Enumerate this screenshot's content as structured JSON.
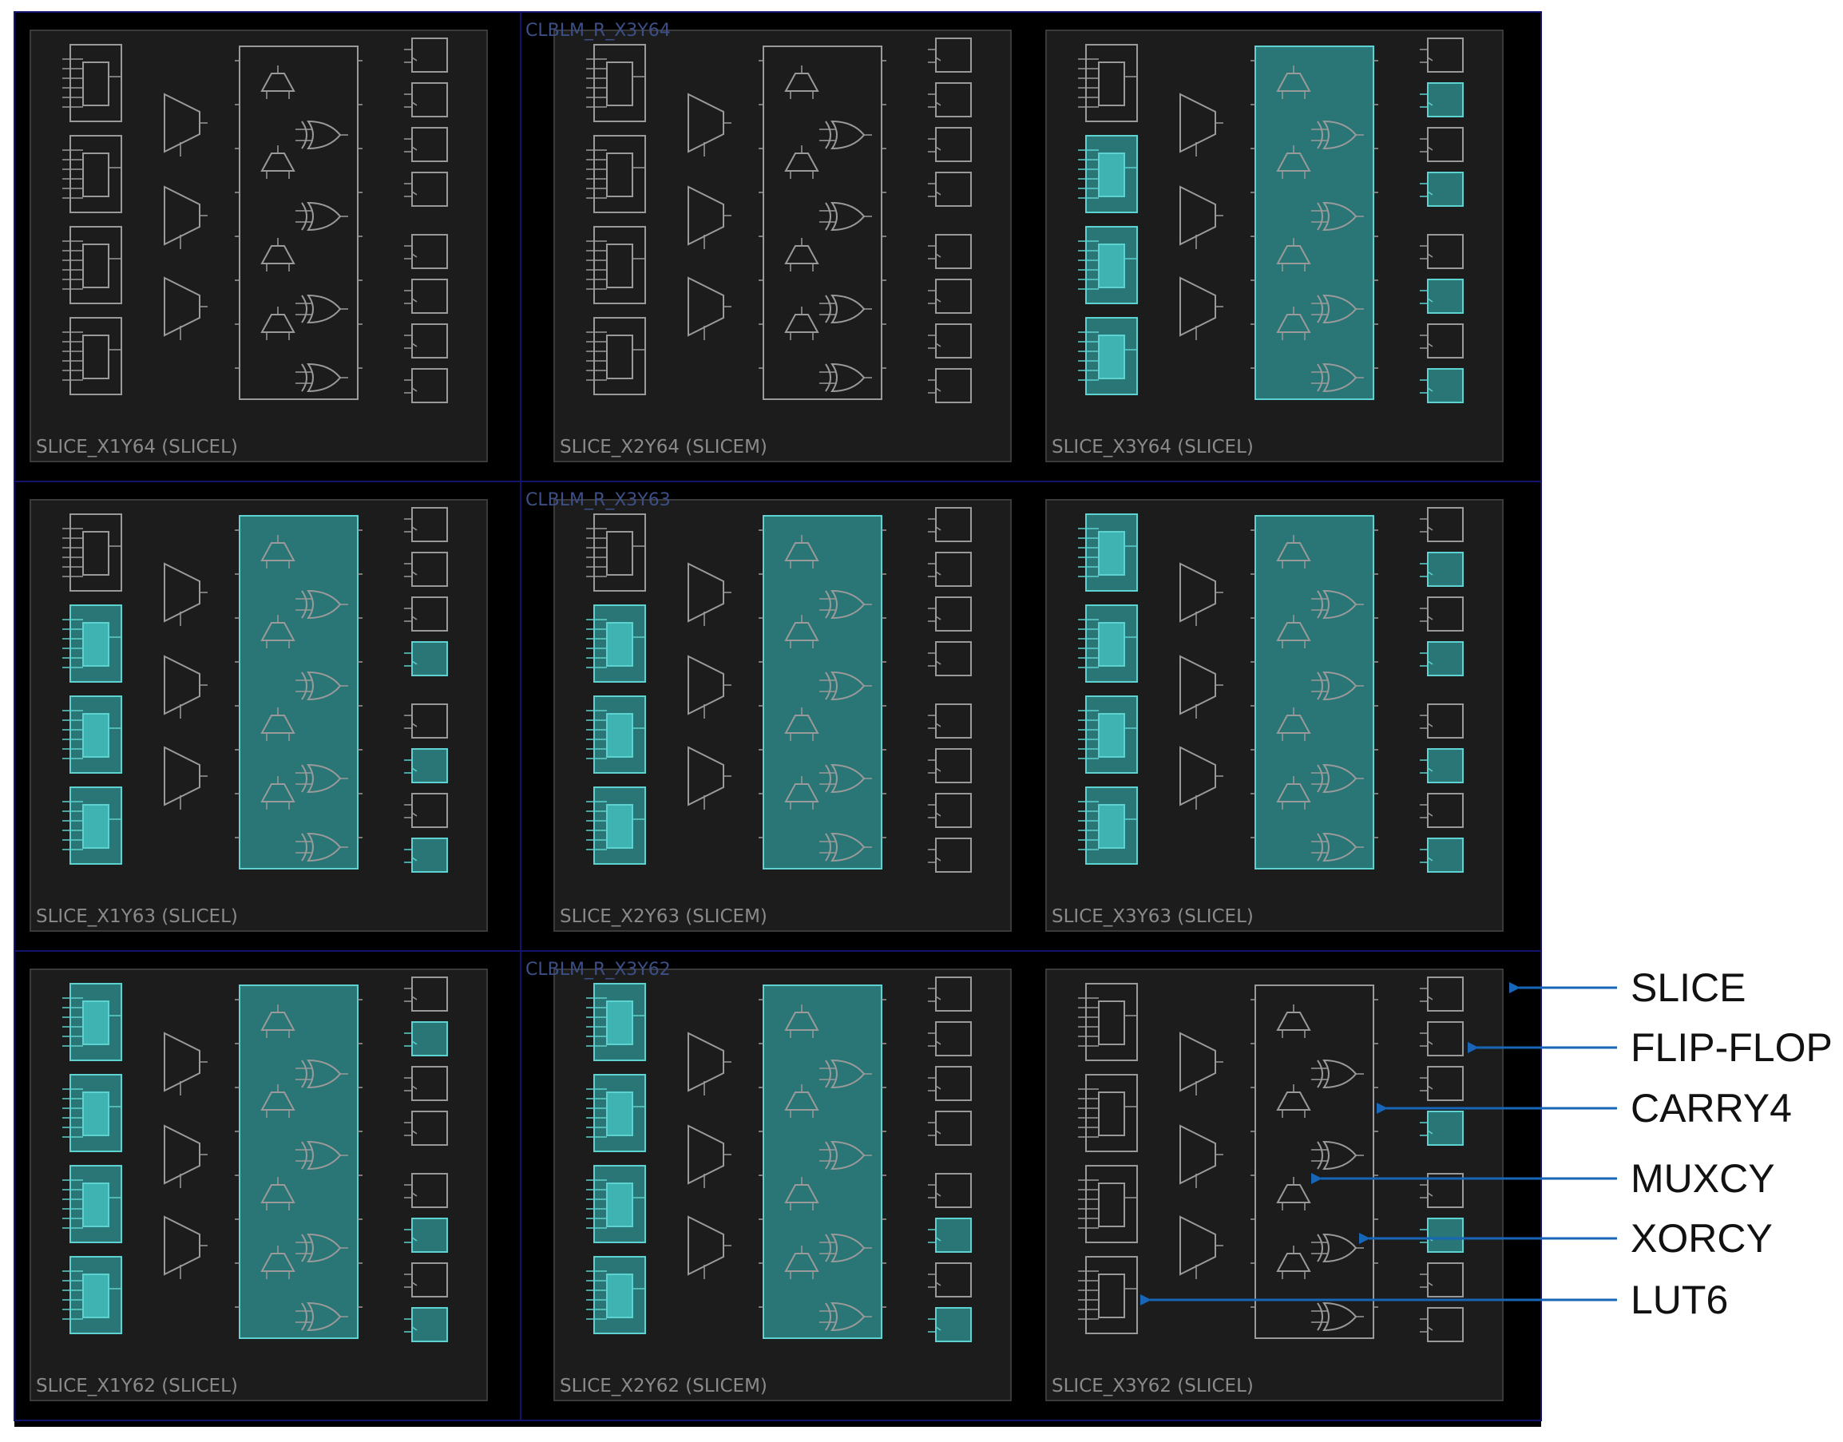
{
  "colors": {
    "background": "#000000",
    "slice_fill": "#1c1c1c",
    "slice_border": "#3a3a3a",
    "element_stroke": "#9a9a9a",
    "used_fill": "#2a7575",
    "used_stroke": "#5dd2d0",
    "used_inner": "#3fb2b2",
    "tile_border": "#14146e",
    "arrow": "#1766b7"
  },
  "tiles": [
    {
      "name": "CLBLM_R_X3Y64",
      "slices": [
        {
          "label": "SLICE_X1Y64 (SLICEL)",
          "luts": [
            false,
            false,
            false,
            false
          ],
          "carry": false,
          "ffs": [
            false,
            false,
            false,
            false,
            false,
            false,
            false,
            false
          ]
        },
        {
          "label": "SLICE_X2Y64 (SLICEM)",
          "luts": [
            false,
            false,
            false,
            false
          ],
          "carry": false,
          "ffs": [
            false,
            false,
            false,
            false,
            false,
            false,
            false,
            false
          ]
        },
        {
          "label": "SLICE_X3Y64 (SLICEL)",
          "luts": [
            false,
            true,
            true,
            true
          ],
          "carry": true,
          "ffs": [
            false,
            true,
            false,
            true,
            false,
            true,
            false,
            true
          ]
        }
      ]
    },
    {
      "name": "CLBLM_R_X3Y63",
      "slices": [
        {
          "label": "SLICE_X1Y63 (SLICEL)",
          "luts": [
            false,
            true,
            true,
            true
          ],
          "carry": true,
          "ffs": [
            false,
            false,
            false,
            true,
            false,
            true,
            false,
            true
          ]
        },
        {
          "label": "SLICE_X2Y63 (SLICEM)",
          "luts": [
            false,
            true,
            true,
            true
          ],
          "carry": true,
          "ffs": [
            false,
            false,
            false,
            false,
            false,
            false,
            false,
            false
          ]
        },
        {
          "label": "SLICE_X3Y63 (SLICEL)",
          "luts": [
            true,
            true,
            true,
            true
          ],
          "carry": true,
          "ffs": [
            false,
            true,
            false,
            true,
            false,
            true,
            false,
            true
          ]
        }
      ]
    },
    {
      "name": "CLBLM_R_X3Y62",
      "slices": [
        {
          "label": "SLICE_X1Y62 (SLICEL)",
          "luts": [
            true,
            true,
            true,
            true
          ],
          "carry": true,
          "ffs": [
            false,
            true,
            false,
            false,
            false,
            true,
            false,
            true
          ]
        },
        {
          "label": "SLICE_X2Y62 (SLICEM)",
          "luts": [
            true,
            true,
            true,
            true
          ],
          "carry": true,
          "ffs": [
            false,
            false,
            false,
            false,
            false,
            true,
            false,
            true
          ]
        },
        {
          "label": "SLICE_X3Y62 (SLICEL)",
          "luts": [
            false,
            false,
            false,
            false
          ],
          "carry": false,
          "ffs": [
            false,
            false,
            false,
            true,
            false,
            true,
            false,
            false
          ]
        }
      ]
    }
  ],
  "legend": [
    {
      "id": "slice",
      "label": "SLICE"
    },
    {
      "id": "flip-flop",
      "label": "FLIP-FLOP"
    },
    {
      "id": "carry4",
      "label": "CARRY4"
    },
    {
      "id": "muxcy",
      "label": "MUXCY"
    },
    {
      "id": "xorcy",
      "label": "XORCY"
    },
    {
      "id": "lut6",
      "label": "LUT6"
    }
  ]
}
